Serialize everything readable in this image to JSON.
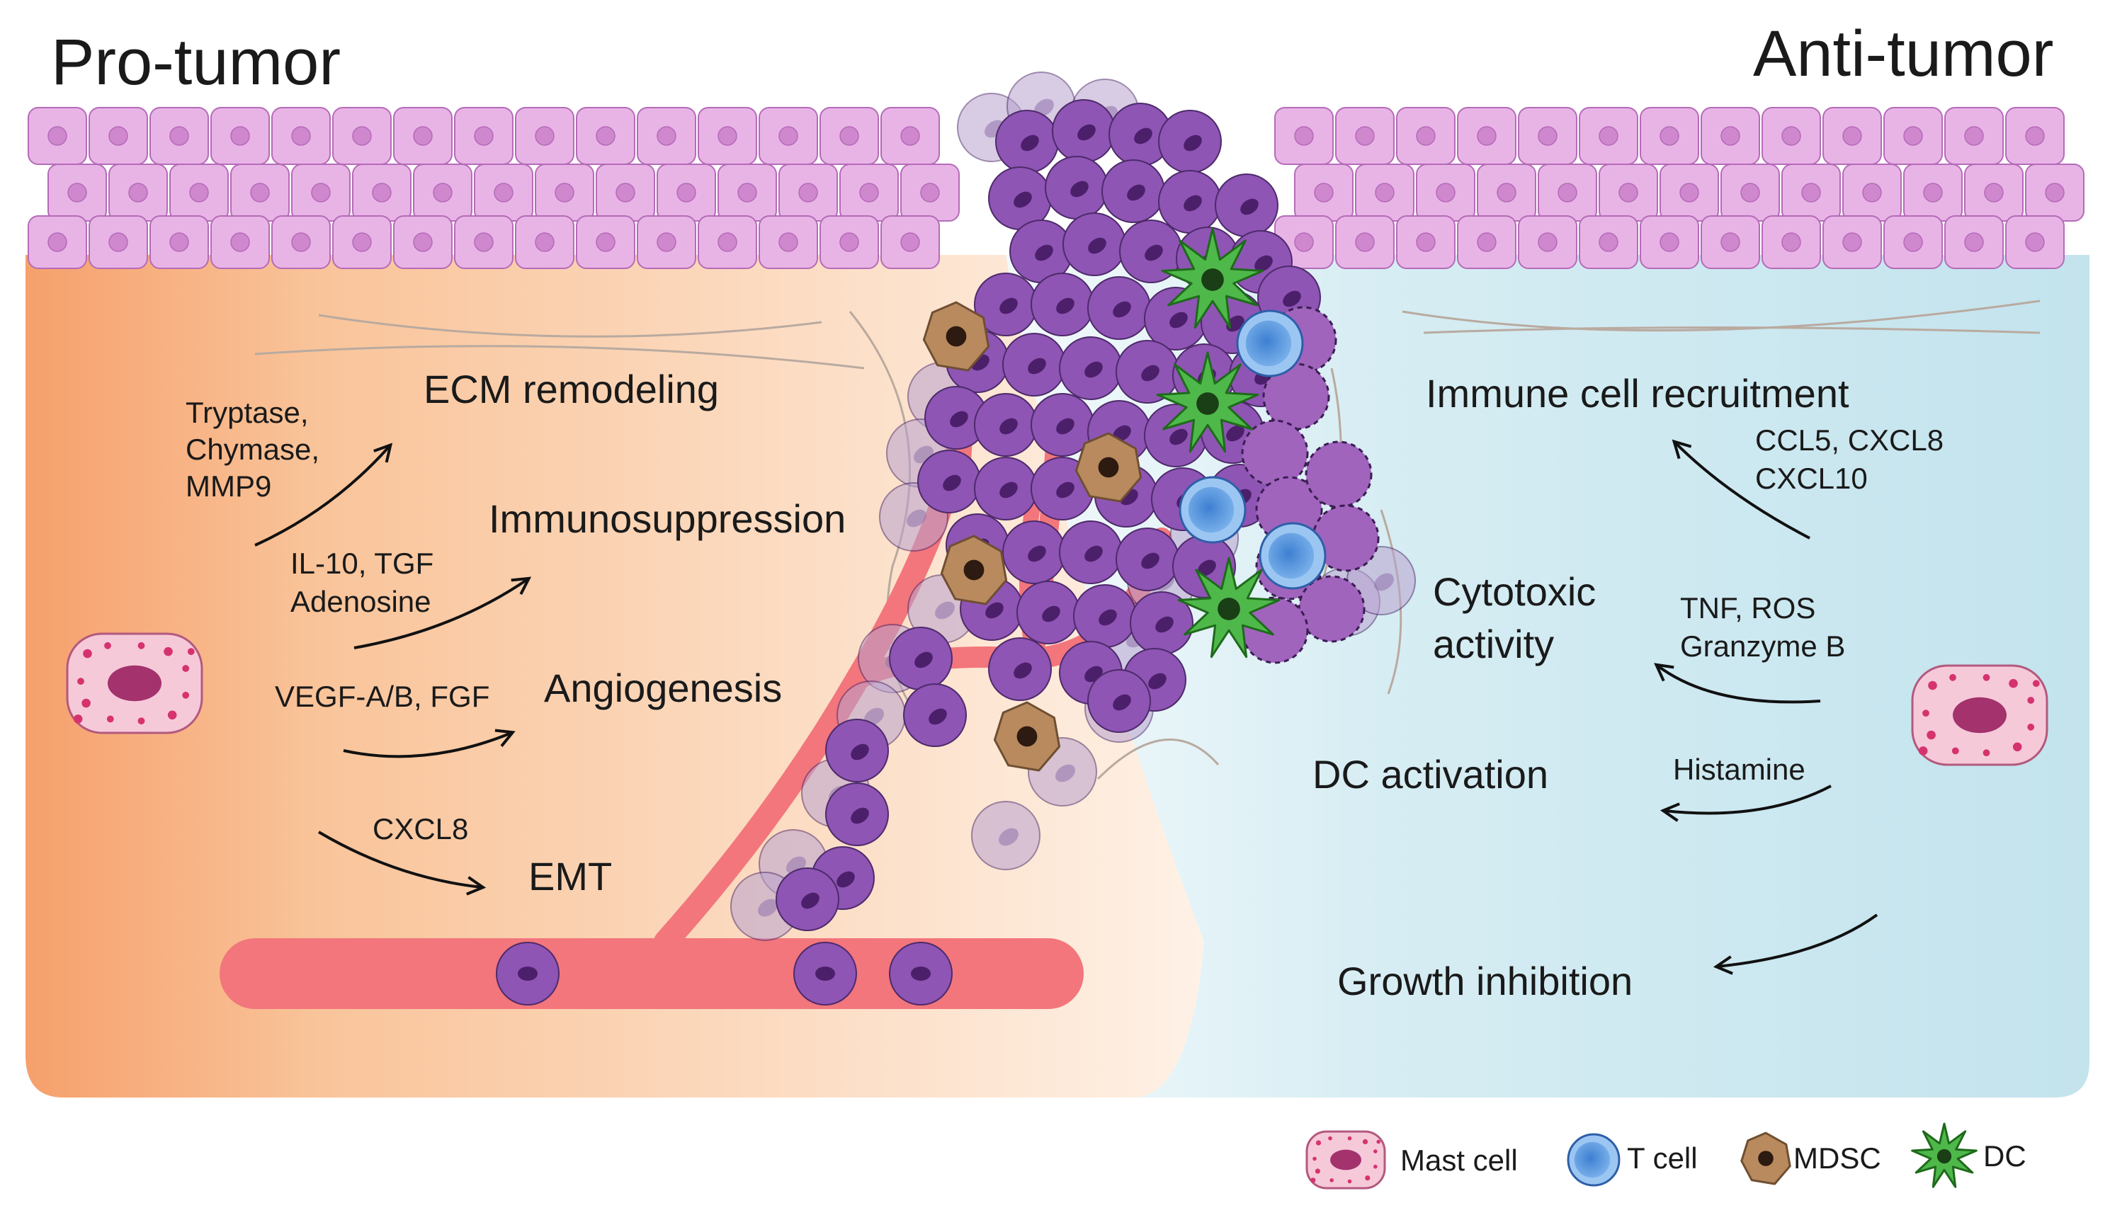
{
  "titles": {
    "pro_tumor": "Pro-tumor",
    "anti_tumor": "Anti-tumor"
  },
  "pro_tumor": {
    "effects": {
      "ecm": "ECM remodeling",
      "immunosuppression": "Immunosuppression",
      "angiogenesis": "Angiogenesis",
      "emt": "EMT"
    },
    "mediators": {
      "ecm_1": "Tryptase,",
      "ecm_2": "Chymase,",
      "ecm_3": "MMP9",
      "immuno_1": "IL-10, TGF",
      "immuno_2": "Adenosine",
      "angio": "VEGF-A/B, FGF",
      "emt": "CXCL8"
    }
  },
  "anti_tumor": {
    "effects": {
      "recruitment": "Immune cell recruitment",
      "cytotoxic_1": "Cytotoxic",
      "cytotoxic_2": "activity",
      "dc_activation": "DC activation",
      "growth": "Growth inhibition"
    },
    "mediators": {
      "recruit_1": "CCL5, CXCL8",
      "recruit_2": "CXCL10",
      "cyto_1": "TNF, ROS",
      "cyto_2": "Granzyme B",
      "dc": "Histamine"
    }
  },
  "legend": {
    "mast_cell": "Mast cell",
    "t_cell": "T cell",
    "mdsc": "MDSC",
    "dc": "DC"
  },
  "colors": {
    "pro_bg_dark": "#f6a06c",
    "pro_bg_light": "#fdeee2",
    "anti_bg": "#c7e5ee",
    "epithelium": "#e8b4e6",
    "tumor_cell": "#8e55b4",
    "vessel": "#f2767c",
    "t_cell": "#4a8fdc",
    "dc": "#4fb84a",
    "mdsc": "#b98a5e",
    "mast_cell": "#e79ab8"
  }
}
